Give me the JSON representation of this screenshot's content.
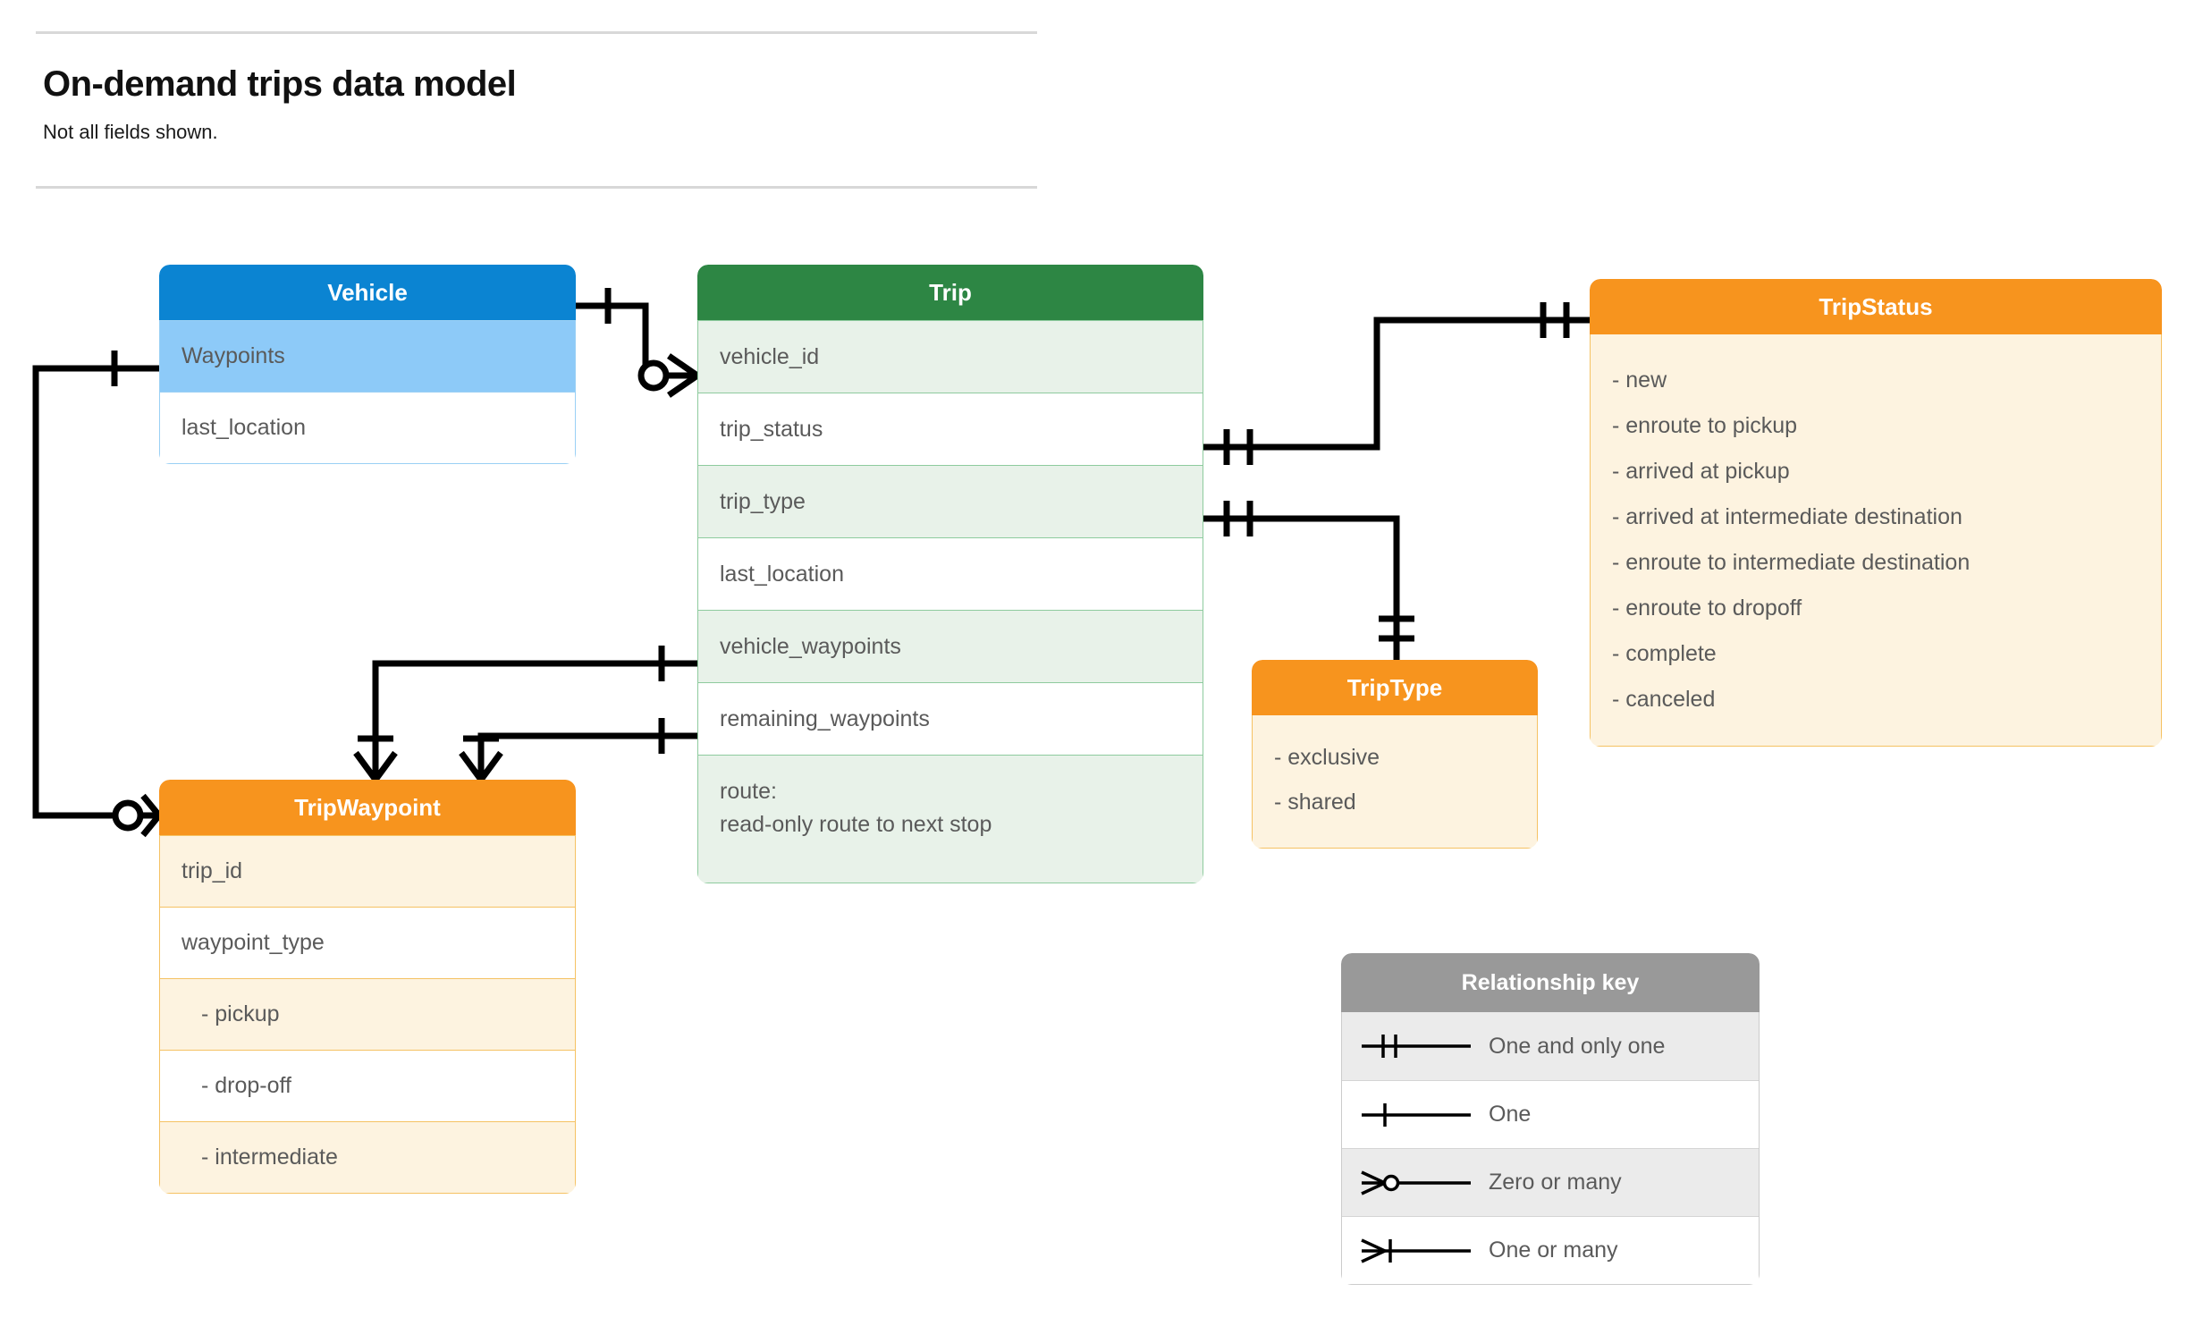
{
  "header": {
    "title": "On-demand trips data model",
    "subtitle": "Not all fields shown."
  },
  "entities": {
    "vehicle": {
      "name": "Vehicle",
      "header_color": "#0b84d2",
      "rows": [
        {
          "label": "Waypoints"
        },
        {
          "label": "last_location"
        }
      ]
    },
    "trip": {
      "name": "Trip",
      "header_color": "#2d8644",
      "rows": [
        {
          "label": "vehicle_id"
        },
        {
          "label": "trip_status"
        },
        {
          "label": "trip_type"
        },
        {
          "label": "last_location"
        },
        {
          "label": "vehicle_waypoints"
        },
        {
          "label": "remaining_waypoints"
        },
        {
          "label": "route:",
          "label2": "read-only route to next stop"
        }
      ]
    },
    "trip_status": {
      "name": "TripStatus",
      "header_color": "#f7941e",
      "values": [
        "- new",
        "- enroute to pickup",
        "- arrived at pickup",
        "- arrived at intermediate destination",
        "- enroute to intermediate destination",
        "- enroute to dropoff",
        "- complete",
        "- canceled"
      ]
    },
    "trip_type": {
      "name": "TripType",
      "header_color": "#f7941e",
      "values": [
        "- exclusive",
        "- shared"
      ]
    },
    "trip_waypoint": {
      "name": "TripWaypoint",
      "header_color": "#f7941e",
      "rows": [
        {
          "label": "trip_id"
        },
        {
          "label": "waypoint_type"
        },
        {
          "label": "-  pickup"
        },
        {
          "label": "-  drop-off"
        },
        {
          "label": "-  intermediate"
        }
      ]
    }
  },
  "relationship_key": {
    "title": "Relationship key",
    "header_color": "#999999",
    "items": [
      {
        "symbol": "one-and-only-one",
        "label": "One and only one"
      },
      {
        "symbol": "one",
        "label": "One"
      },
      {
        "symbol": "zero-or-many",
        "label": "Zero or many"
      },
      {
        "symbol": "one-or-many",
        "label": "One or many"
      }
    ]
  },
  "relationships": [
    {
      "from": "Vehicle",
      "from_card": "one",
      "to": "Trip.vehicle_id",
      "to_card": "zero-or-many"
    },
    {
      "from": "Vehicle.Waypoints",
      "from_card": "one",
      "to": "TripWaypoint",
      "to_card": "zero-or-many"
    },
    {
      "from": "Trip.trip_status",
      "from_card": "one-and-only-one",
      "to": "TripStatus",
      "to_card": "one-and-only-one"
    },
    {
      "from": "Trip.trip_type",
      "from_card": "one-and-only-one",
      "to": "TripType",
      "to_card": "one-and-only-one"
    },
    {
      "from": "Trip.vehicle_waypoints",
      "from_card": "one",
      "to": "TripWaypoint",
      "to_card": "one-or-many"
    },
    {
      "from": "Trip.remaining_waypoints",
      "from_card": "one",
      "to": "TripWaypoint",
      "to_card": "one-or-many"
    }
  ]
}
